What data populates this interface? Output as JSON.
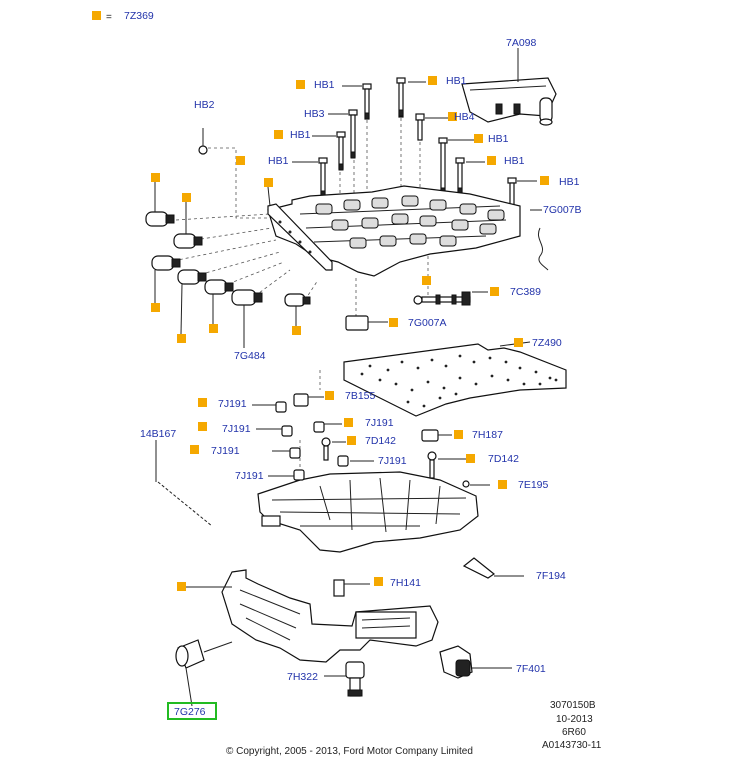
{
  "legend": {
    "marker_color": "#f5a800",
    "equals": "=",
    "code": "7Z369"
  },
  "highlight_color": "#22bb22",
  "callouts": {
    "c7A098": "7A098",
    "cHB1a": "HB1",
    "cHB1b": "HB1",
    "cHB1c": "HB1",
    "cHB1d": "HB1",
    "cHB1e": "HB1",
    "cHB1f": "HB1",
    "cHB1g": "HB1",
    "cHB2": "HB2",
    "cHB3": "HB3",
    "cHB4": "HB4",
    "c7G007B": "7G007B",
    "c7C389": "7C389",
    "c7G007A": "7G007A",
    "c7G484": "7G484",
    "c7Z490": "7Z490",
    "c7J191a": "7J191",
    "c7J191b": "7J191",
    "c7J191c": "7J191",
    "c7J191d": "7J191",
    "c7J191e": "7J191",
    "c7J191f": "7J191",
    "c7B155": "7B155",
    "c14B167": "14B167",
    "c7D142a": "7D142",
    "c7H187": "7H187",
    "c7D142b": "7D142",
    "c7E195": "7E195",
    "c7H141": "7H141",
    "c7F194": "7F194",
    "c7F401": "7F401",
    "c7H322": "7H322",
    "c7G276": "7G276"
  },
  "footer": {
    "ref1": "3070150B",
    "ref2": "10-2013",
    "ref3": "6R60",
    "ref4": "A0143730-11",
    "copyright": "© Copyright, 2005 - 2013, Ford Motor Company Limited"
  }
}
